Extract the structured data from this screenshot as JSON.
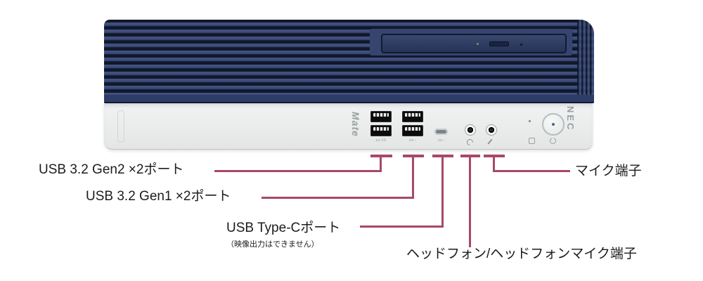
{
  "device": {
    "brand": "NEC",
    "model": "Mate",
    "markings": {
      "usb_gen2_cluster": "ss:10",
      "usb_gen1_cluster": "ss:-",
      "usb_type_c": "ss:-"
    }
  },
  "annotations": {
    "line_color": "#a8486b",
    "items": [
      {
        "id": "usb-gen2",
        "label": "USB 3.2 Gen2 ×2ポート"
      },
      {
        "id": "usb-gen1",
        "label": "USB 3.2 Gen1 ×2ポート"
      },
      {
        "id": "usb-type-c",
        "label": "USB Type-Cポート",
        "note": "（映像出力はできません）"
      },
      {
        "id": "mic",
        "label": "マイク端子"
      },
      {
        "id": "headphone",
        "label": "ヘッドフォン/ヘッドフォンマイク端子"
      }
    ]
  }
}
